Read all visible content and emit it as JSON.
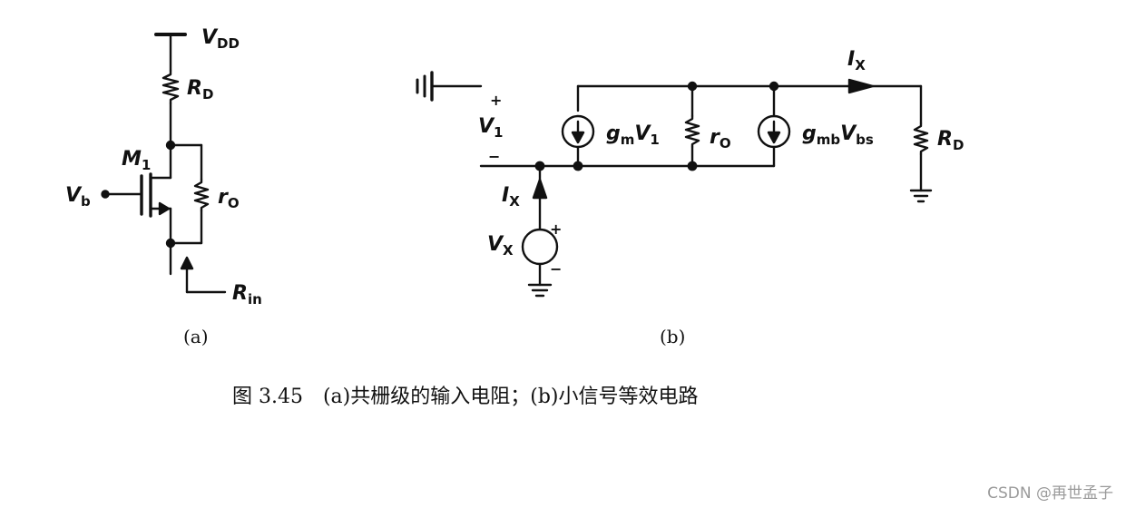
{
  "circuit_a": {
    "vdd": {
      "main": "V",
      "sub": "DD"
    },
    "rd": {
      "main": "R",
      "sub": "D"
    },
    "m1": {
      "main": "M",
      "sub": "1"
    },
    "vb": {
      "main": "V",
      "sub": "b"
    },
    "ro": {
      "main": "r",
      "sub": "O"
    },
    "rin": {
      "main": "R",
      "sub": "in"
    },
    "panel_label": "(a)"
  },
  "circuit_b": {
    "v1": {
      "main": "V",
      "sub": "1",
      "plus": "+",
      "minus": "−"
    },
    "ix_top": {
      "main": "I",
      "sub": "X"
    },
    "ix_left": {
      "main": "I",
      "sub": "X"
    },
    "vx": {
      "main": "V",
      "sub": "X",
      "plus": "+",
      "minus": "−"
    },
    "gm": {
      "main": "g",
      "sub": "m",
      "main2": "V",
      "sub2": "1"
    },
    "ro": {
      "main": "r",
      "sub": "O"
    },
    "gmb": {
      "main": "g",
      "sub": "mb",
      "main2": "V",
      "sub2": "bs"
    },
    "rd": {
      "main": "R",
      "sub": "D"
    },
    "panel_label": "(b)"
  },
  "caption": "图 3.45　(a)共栅级的输入电阻；(b)小信号等效电路",
  "watermark": "CSDN @再世孟子"
}
